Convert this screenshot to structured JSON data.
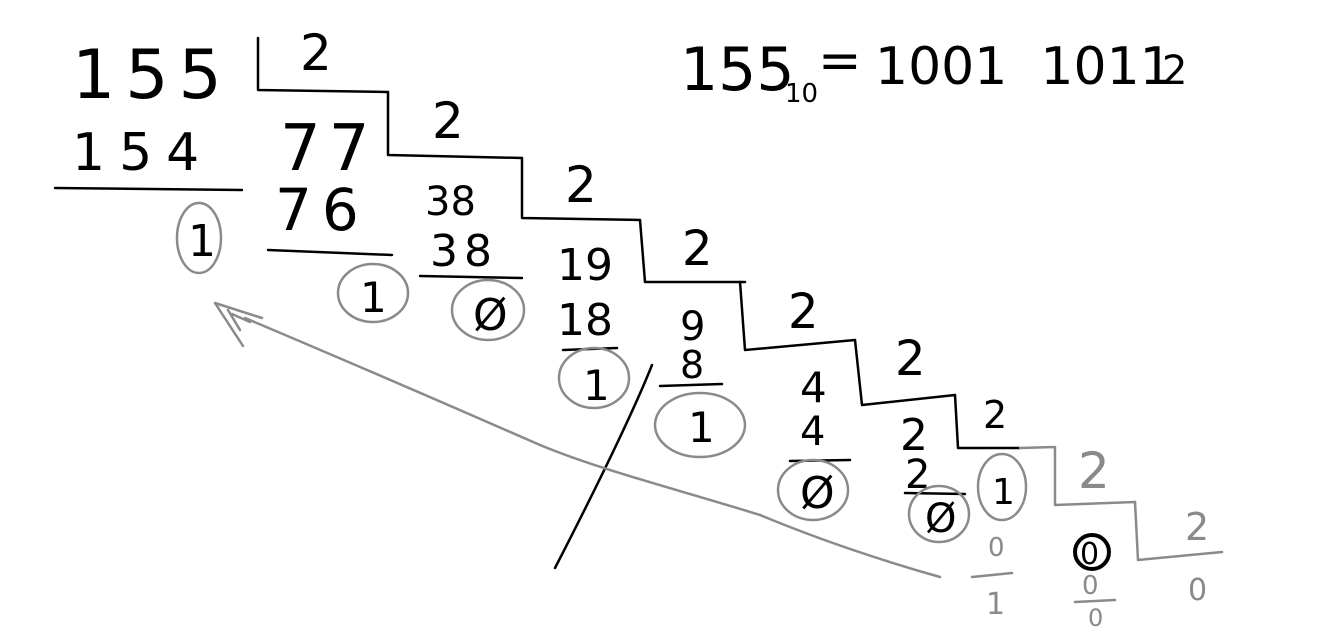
{
  "result": {
    "base_value": "155",
    "base_subscript": "10",
    "equals": "=",
    "binary": "1001  1011",
    "binary_base": "2"
  },
  "steps": [
    {
      "dividend": "155",
      "product": "154",
      "divisor": "2",
      "quotient": "77",
      "remainder": "1"
    },
    {
      "dividend": "77",
      "product": "76",
      "divisor": "2",
      "quotient": "38",
      "remainder": "1"
    },
    {
      "dividend": "38",
      "product": "38",
      "divisor": "2",
      "quotient": "19",
      "remainder": "Ø"
    },
    {
      "dividend": "19",
      "product": "18",
      "divisor": "2",
      "quotient": "9",
      "remainder": "1"
    },
    {
      "dividend": "9",
      "product": "8",
      "divisor": "2",
      "quotient": "4",
      "remainder": "1"
    },
    {
      "dividend": "4",
      "product": "4",
      "divisor": "2",
      "quotient": "2",
      "remainder": "Ø"
    },
    {
      "dividend": "2",
      "product": "2",
      "divisor": "2",
      "quotient": "1",
      "remainder": "Ø"
    },
    {
      "dividend": "1",
      "product": "0",
      "divisor": "2",
      "quotient": "0",
      "remainder": "1"
    },
    {
      "dividend": "0",
      "product": "0",
      "divisor": "2",
      "quotient": "0",
      "remainder": "0"
    }
  ],
  "colors": {
    "ink": "#000000",
    "pencil": "#8a8a8a",
    "background": "#ffffff"
  }
}
